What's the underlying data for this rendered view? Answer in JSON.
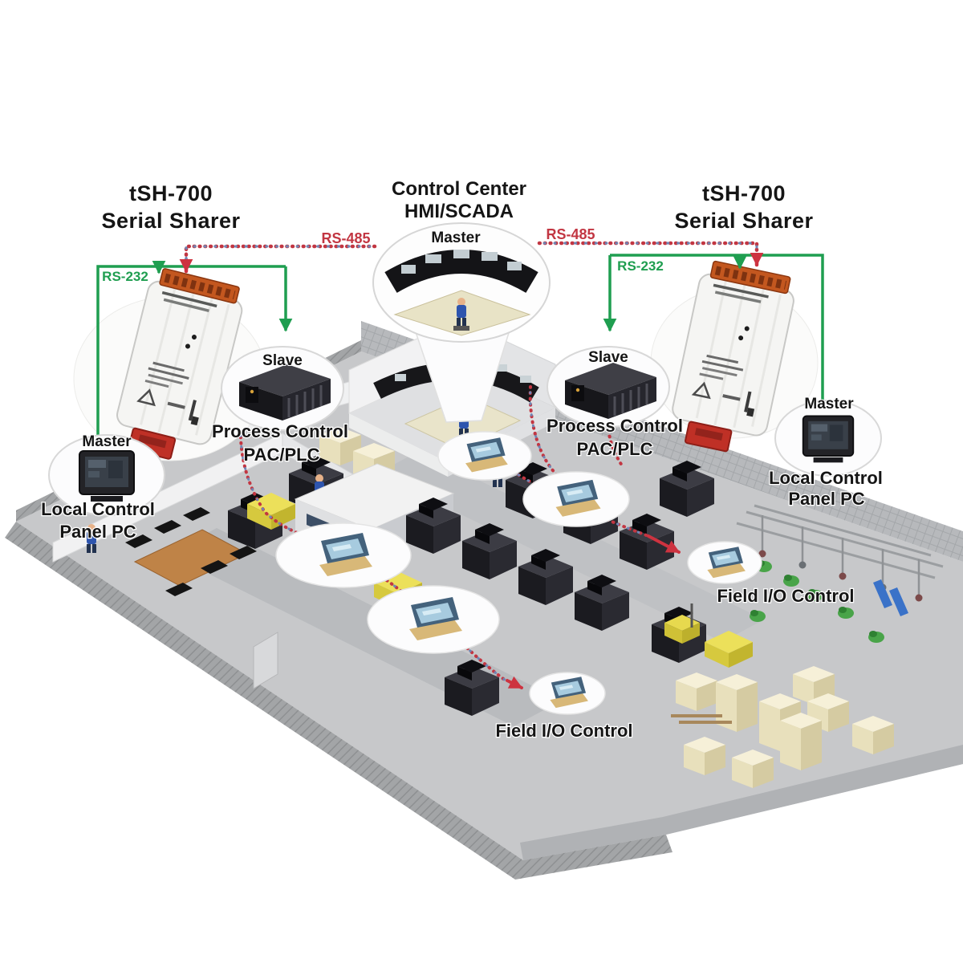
{
  "diagram": {
    "left_sharer": {
      "title_line1": "tSH-700",
      "title_line2": "Serial Sharer"
    },
    "right_sharer": {
      "title_line1": "tSH-700",
      "title_line2": "Serial Sharer"
    },
    "control_center": {
      "title_line1": "Control Center",
      "title_line2": "HMI/SCADA",
      "role": "Master"
    },
    "labels": {
      "master": "Master",
      "slave": "Slave",
      "rs485": "RS-485",
      "rs232": "RS-232",
      "process_control_line1": "Process Control",
      "process_control_line2": "PAC/PLC",
      "local_control_line1": "Local Control",
      "local_control_line2": "Panel PC",
      "field_io": "Field I/O Control"
    },
    "colors": {
      "rs485_red": "#c23642",
      "rs232_green": "#1f9e50",
      "label_black": "#151515",
      "floor_gray": "#c7c8ca",
      "device_orange": "#c3571f",
      "device_connector_red": "#bf3026"
    }
  }
}
